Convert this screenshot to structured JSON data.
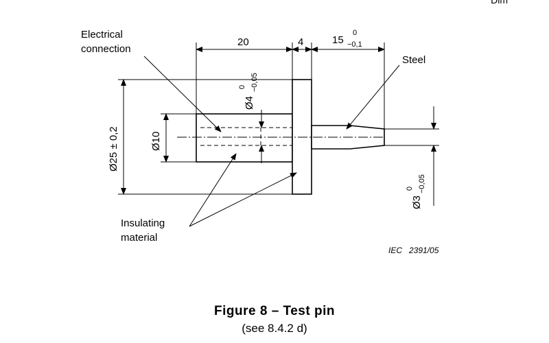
{
  "corner_text": "Dim",
  "labels": {
    "electrical_line1": "Electrical",
    "electrical_line2": "connection",
    "steel": "Steel",
    "insulating_line1": "Insulating",
    "insulating_line2": "material"
  },
  "dimensions": {
    "len_20": "20",
    "len_4": "4",
    "len_15": "15",
    "len_15_upper": "0",
    "len_15_lower": "−0,1",
    "dia_4": "Ø4",
    "dia_4_upper": "0",
    "dia_4_lower": "−0,05",
    "dia_10": "Ø10",
    "dia_25": "Ø25 ± 0,2",
    "dia_3": "Ø3",
    "dia_3_upper": "0",
    "dia_3_lower": "−0,05"
  },
  "reference": "IEC   2391/05",
  "caption": {
    "title": "Figure 8 – Test pin",
    "subtitle": "(see 8.4.2 d)"
  }
}
